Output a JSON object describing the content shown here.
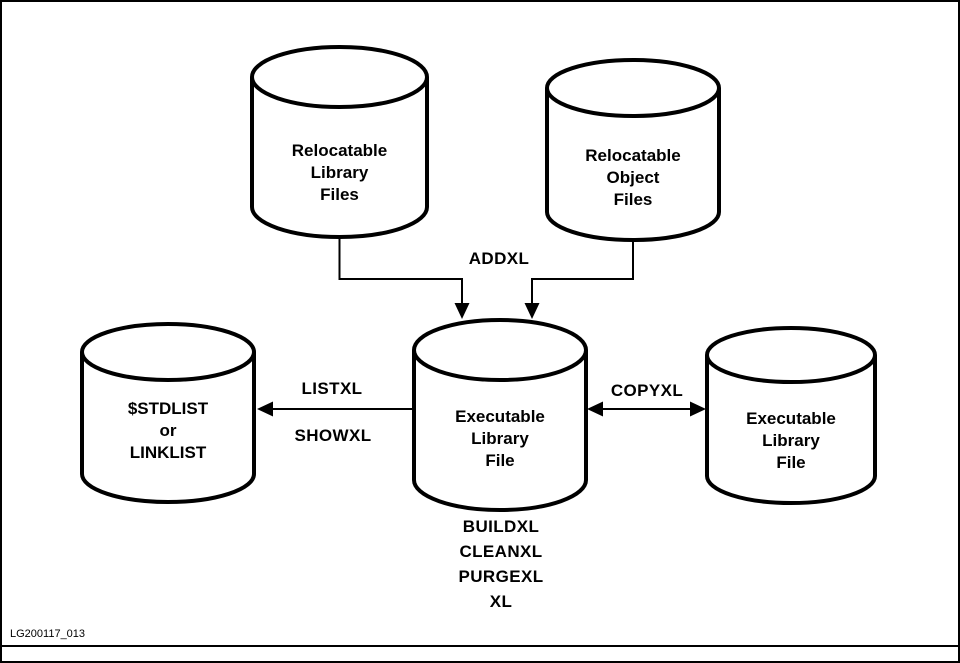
{
  "figure": {
    "id_label": "LG200117_013"
  },
  "colors": {
    "ink": "#000000",
    "paper": "#ffffff"
  },
  "cylinders": [
    {
      "name": "relocatable-library-files",
      "lines": [
        "Relocatable",
        "Library",
        "Files"
      ]
    },
    {
      "name": "relocatable-object-files",
      "lines": [
        "Relocatable",
        "Object",
        "Files"
      ]
    },
    {
      "name": "executable-library-file-center",
      "lines": [
        "Executable",
        "Library",
        "File"
      ]
    },
    {
      "name": "stdlist-or-linklist",
      "lines": [
        "$STDLIST",
        "or",
        "LINKLIST"
      ]
    },
    {
      "name": "executable-library-file-right",
      "lines": [
        "Executable",
        "Library",
        "File"
      ]
    }
  ],
  "commands": {
    "addxl": "ADDXL",
    "listxl": "LISTXL",
    "showxl": "SHOWXL",
    "copyxl": "COPYXL",
    "center_ops": [
      "BUILDXL",
      "CLEANXL",
      "PURGEXL",
      "XL"
    ]
  }
}
